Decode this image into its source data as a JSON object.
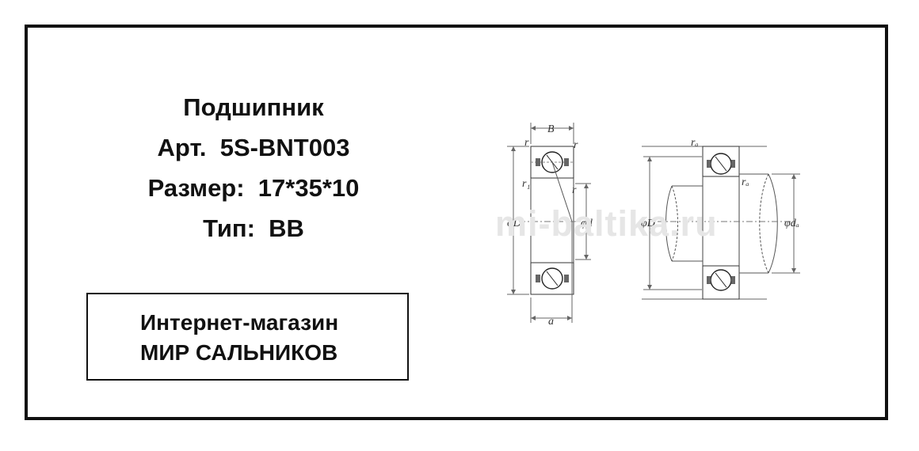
{
  "product": {
    "line1": "Подшипник",
    "line2": "Арт.  5S-BNT003",
    "line3": "Размер:  17*35*10",
    "line4": "Тип:  BB"
  },
  "shop": {
    "line1": "Интернет-магазин",
    "line2": "МИР САЛЬНИКОВ"
  },
  "watermark": "mi-baltika.ru",
  "drawing": {
    "labels": {
      "B": "B",
      "r_top_left": "r",
      "r_top_right": "r",
      "r1": "r₁",
      "r_right": "r",
      "phiD": "φD",
      "phid": "φd",
      "a": "a",
      "ra": "rₐ",
      "rb": "rₐ",
      "phiDa": "φDₐ",
      "phida": "φdₐ"
    }
  }
}
